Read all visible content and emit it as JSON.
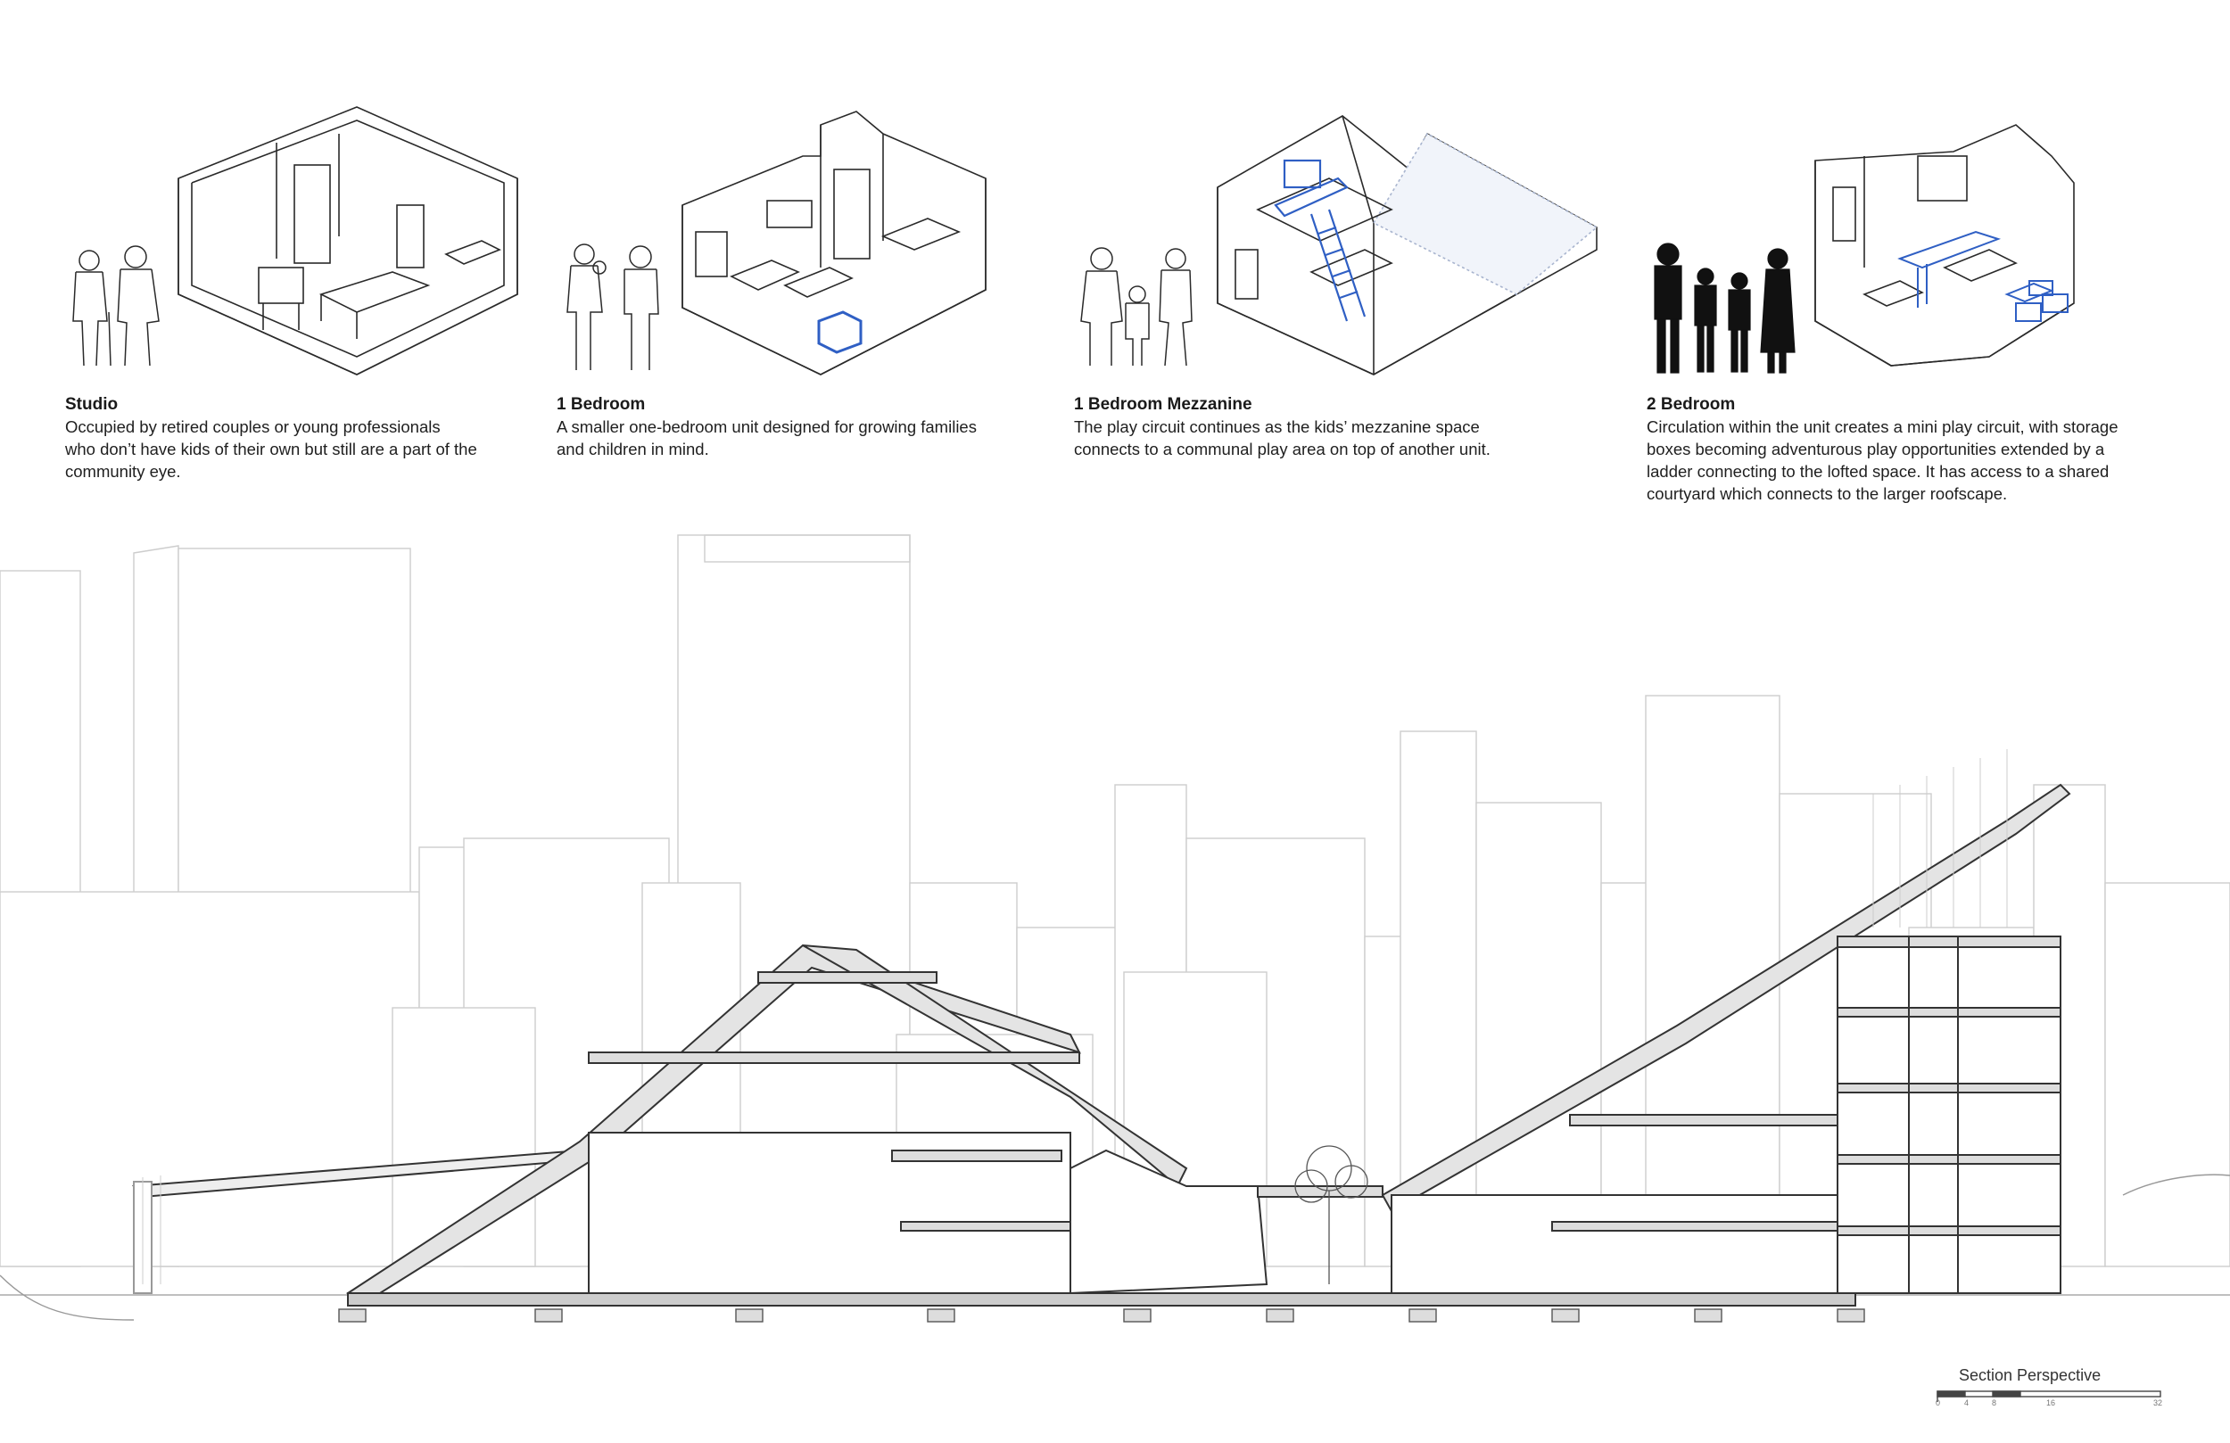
{
  "units": [
    {
      "title": "Studio",
      "lines": [
        "Occupied by retired couples or young professionals",
        "who don’t have kids of their own but still are a part of the",
        "community eye."
      ]
    },
    {
      "title": "1 Bedroom",
      "lines": [
        "A smaller one-bedroom unit designed for growing families",
        "and children in mind."
      ]
    },
    {
      "title": "1 Bedroom Mezzanine",
      "lines": [
        "The play circuit continues as the kids’ mezzanine space",
        "connects to a communal play area on top of another unit."
      ]
    },
    {
      "title": "2 Bedroom",
      "lines": [
        "Circulation within the unit creates a mini play circuit, with storage",
        "boxes becoming adventurous play opportunities extended by a",
        "ladder connecting to the lofted space. It has access to a shared",
        "courtyard which connects to the larger roofscape."
      ]
    }
  ],
  "scale_bar": {
    "label": "Section Perspective",
    "ticks": [
      "0",
      "4",
      "8",
      "16",
      "32"
    ]
  },
  "colors": {
    "line": "#2a2a2a",
    "context_line": "#c9c9c9",
    "accent_blue": "#2f5fc4",
    "roof_fill": "#e8e8e8"
  }
}
